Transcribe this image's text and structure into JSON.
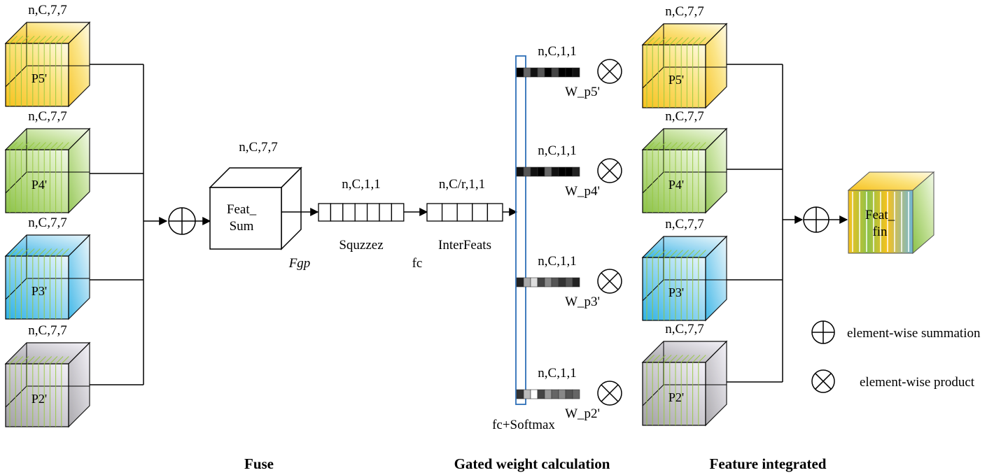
{
  "fuse": {
    "inputs": [
      {
        "dims": "n,C,7,7",
        "label": "P5'",
        "theme": "yellow"
      },
      {
        "dims": "n,C,7,7",
        "label": "P4'",
        "theme": "green"
      },
      {
        "dims": "n,C,7,7",
        "label": "P3'",
        "theme": "blue"
      },
      {
        "dims": "n,C,7,7",
        "label": "P2'",
        "theme": "gray"
      }
    ],
    "feat_sum": {
      "dims": "n,C,7,7",
      "line1": "Feat_",
      "line2": "Sum"
    },
    "fgp": "Fgp",
    "squeeze": {
      "dims": "n,C,1,1",
      "label": "Squzzez",
      "cells": 7
    },
    "fc": "fc",
    "interfeats": {
      "dims": "n,C/r,1,1",
      "label": "InterFeats",
      "cells": 5
    },
    "section_title": "Fuse"
  },
  "gated": {
    "weights": [
      {
        "dims": "n,C,1,1",
        "label": "W_p5'",
        "cells": [
          "#000000",
          "#666666",
          "#111111",
          "#555555",
          "#000000",
          "#444444",
          "#000000",
          "#000000",
          "#111111"
        ]
      },
      {
        "dims": "n,C,1,1",
        "label": "W_p4'",
        "cells": [
          "#111111",
          "#555555",
          "#111111",
          "#000000",
          "#666666",
          "#111111",
          "#000000",
          "#000000",
          "#222222"
        ]
      },
      {
        "dims": "n,C,1,1",
        "label": "W_p3'",
        "cells": [
          "#222222",
          "#aaaaaa",
          "#dddddd",
          "#444444",
          "#888888",
          "#555555",
          "#333333",
          "#555555",
          "#222222"
        ]
      },
      {
        "dims": "n,C,1,1",
        "label": "W_p2'",
        "cells": [
          "#333333",
          "#bbbbbb",
          "#ffffff",
          "#444444",
          "#999999",
          "#666666",
          "#888888",
          "#555555",
          "#666666"
        ]
      }
    ],
    "softmax_label": "fc+Softmax",
    "section_title": "Gated weight calculation"
  },
  "integrated": {
    "inputs": [
      {
        "dims": "n,C,7,7",
        "label": "P5'",
        "theme": "yellow"
      },
      {
        "dims": "n,C,7,7",
        "label": "P4'",
        "theme": "green"
      },
      {
        "dims": "n,C,7,7",
        "label": "P3'",
        "theme": "blue"
      },
      {
        "dims": "n,C,7,7",
        "label": "P2'",
        "theme": "gray"
      }
    ],
    "feat_fin": {
      "line1": "Feat_",
      "line2": "fin"
    },
    "section_title": "Feature integrated"
  },
  "legend": {
    "sum": "element-wise summation",
    "product": "element-wise product"
  },
  "colors": {
    "yellow": [
      "#f7c21e",
      "#fffbe6"
    ],
    "green": [
      "#8cc24a",
      "#f2f9e8"
    ],
    "blue": [
      "#2eb1e6",
      "#eaf6fb"
    ],
    "gray": [
      "#a19fa4",
      "#f3f1f8"
    ],
    "stripe": "#96c83c",
    "vector_border": "#2e6fb7"
  }
}
